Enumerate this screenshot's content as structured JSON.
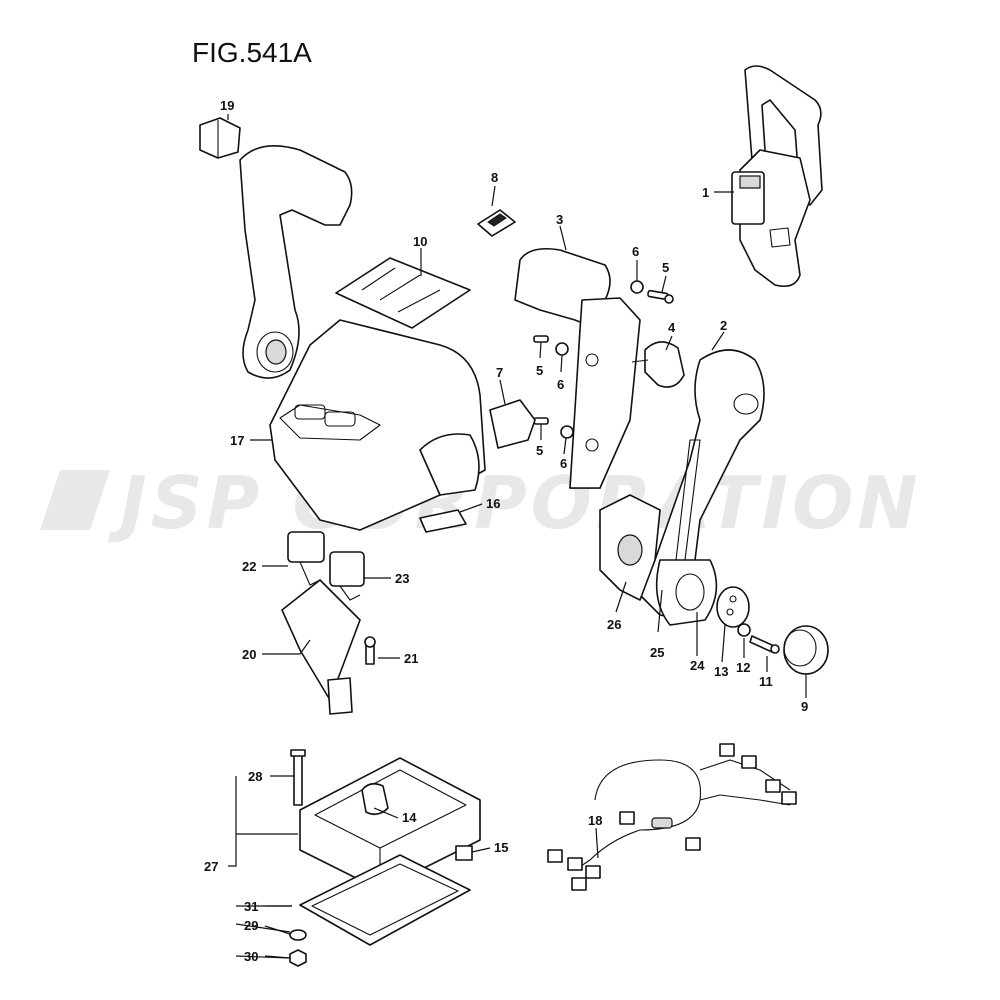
{
  "figure": {
    "title": "FIG.541A"
  },
  "watermark": {
    "text": "JSP CORPORATION"
  },
  "callouts": [
    "1",
    "2",
    "3",
    "4",
    "5",
    "5",
    "5",
    "6",
    "6",
    "6",
    "7",
    "8",
    "9",
    "10",
    "11",
    "12",
    "13",
    "14",
    "15",
    "16",
    "17",
    "18",
    "19",
    "20",
    "21",
    "22",
    "23",
    "24",
    "25",
    "26",
    "27",
    "28",
    "29",
    "30",
    "31"
  ],
  "colors": {
    "line": "#111111",
    "shade": "#d9d9d9",
    "watermark": "#e8e8e8",
    "background": "#ffffff"
  }
}
